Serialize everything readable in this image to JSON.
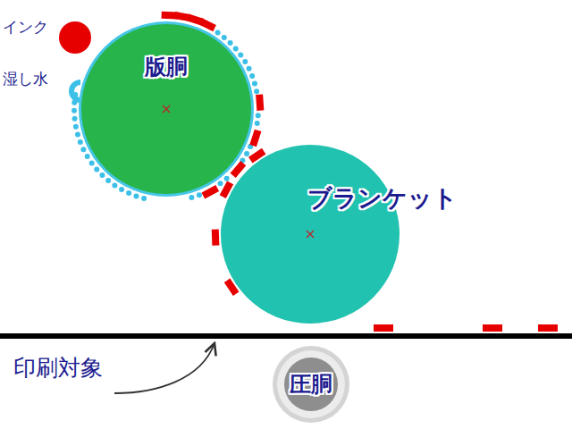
{
  "diagram": {
    "nodes": [
      {
        "text": [
          "版胴"
        ]
      },
      {
        "text": [
          "ブランケット"
        ]
      },
      {
        "text": [
          "圧胴"
        ]
      }
    ],
    "labels": [
      "インク",
      "湿し水",
      "印刷対象"
    ]
  }
}
